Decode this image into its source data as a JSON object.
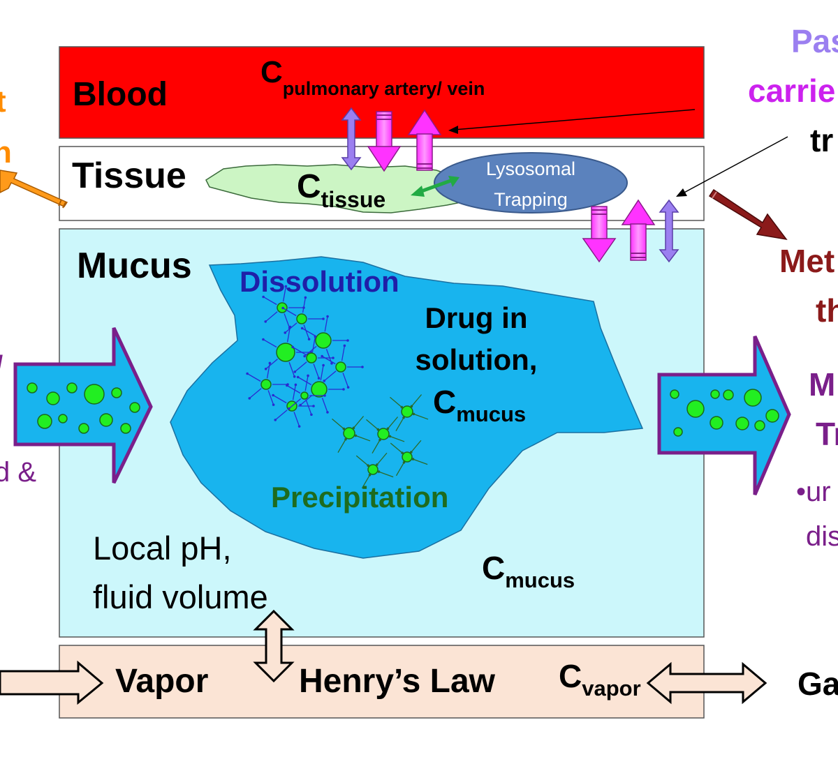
{
  "layers": {
    "blood": "Blood",
    "tissue": "Tissue",
    "mucus": "Mucus",
    "vapor": "Vapor"
  },
  "concentrations": {
    "blood": {
      "main": "C",
      "sub": "pulmonary artery/ vein"
    },
    "tissue": {
      "main": "C",
      "sub": "tissue"
    },
    "mucus_solution": {
      "main": "C",
      "sub": "mucus"
    },
    "mucus": {
      "main": "C",
      "sub": "mucus"
    },
    "vapor": {
      "main": "C",
      "sub": "vapor"
    }
  },
  "lysosomal": {
    "line1": "Lysosomal",
    "line2": "Trapping"
  },
  "process": {
    "dissolution": "Dissolution",
    "precipitation": "Precipitation",
    "drug_line1": "Drug in",
    "drug_line2": "solution,",
    "local_line1": "Local pH,",
    "local_line2": "fluid volume",
    "henry": "Henry’s Law"
  },
  "edge_text": {
    "left_top_1": "t",
    "left_top_2": "n",
    "left_mid_1": "/",
    "left_mid_2": "d &",
    "right_top_1": "Pas",
    "right_top_2": "carrie",
    "right_top_3": "tr",
    "right_mid_1": "Met",
    "right_mid_2": "th",
    "right_low_1": "M",
    "right_low_2": "Tr",
    "right_low_3": "•ur",
    "right_low_4": "dis",
    "right_bottom": "Ga"
  },
  "colors": {
    "blood": "#ff0000",
    "mucus": "#ccf7fb",
    "vapor": "#fbe4d5",
    "solution": "#18b4ee",
    "particle": "#22ee22",
    "transport": "#ff33ff",
    "metabolism": "#8b1a1a",
    "frame": "#7a1f8a"
  }
}
